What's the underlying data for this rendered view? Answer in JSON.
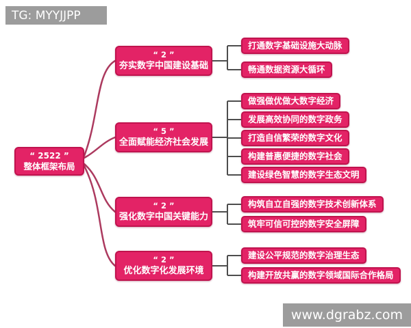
{
  "watermark_top": "TG: MYYJJPP",
  "watermark_bottom": "www.dgrabz.com",
  "colors": {
    "node_fill": "#E32366",
    "node_border": "#C0134E",
    "branch_curve": "#AC3A5F",
    "leaf_connector": "#4D4D4D",
    "watermark_bg": "#949494",
    "background": "#FFFFFF"
  },
  "mindmap": {
    "root": {
      "title": "“ 2522 ”",
      "subtitle": "整体框架布局"
    },
    "branches": [
      {
        "count_label": "“ 2 ”",
        "label": "夯实数字中国建设基础",
        "leaves": [
          "打通数字基础设施大动脉",
          "畅通数据资源大循环"
        ]
      },
      {
        "count_label": "“ 5 ”",
        "label": "全面赋能经济社会发展",
        "leaves": [
          "做强做优做大数字经济",
          "发展高效协同的数字政务",
          "打造自信繁荣的数字文化",
          "构建普惠便捷的数字社会",
          "建设绿色智慧的数字生态文明"
        ]
      },
      {
        "count_label": "“ 2 ”",
        "label": "强化数字中国关键能力",
        "leaves": [
          "构筑自立自强的数字技术创新体系",
          "筑牢可信可控的数字安全屏障"
        ]
      },
      {
        "count_label": "“ 2 ”",
        "label": "优化数字化发展环境",
        "leaves": [
          "建设公平规范的数字治理生态",
          "构建开放共赢的数字领域国际合作格局"
        ]
      }
    ]
  }
}
